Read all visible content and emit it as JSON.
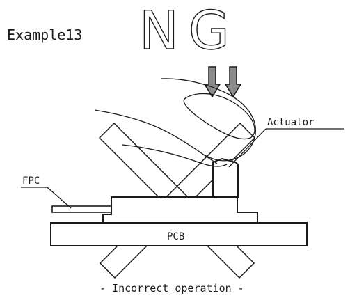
{
  "title": "Example13",
  "verdict": "NG",
  "labels": {
    "actuator": "Actuator",
    "fpc": "FPC",
    "pcb": "PCB"
  },
  "caption": "- Incorrect operation -",
  "colors": {
    "ink": "#1a1a1a",
    "arrow_fill": "#8c8c8c",
    "background": "#ffffff"
  }
}
